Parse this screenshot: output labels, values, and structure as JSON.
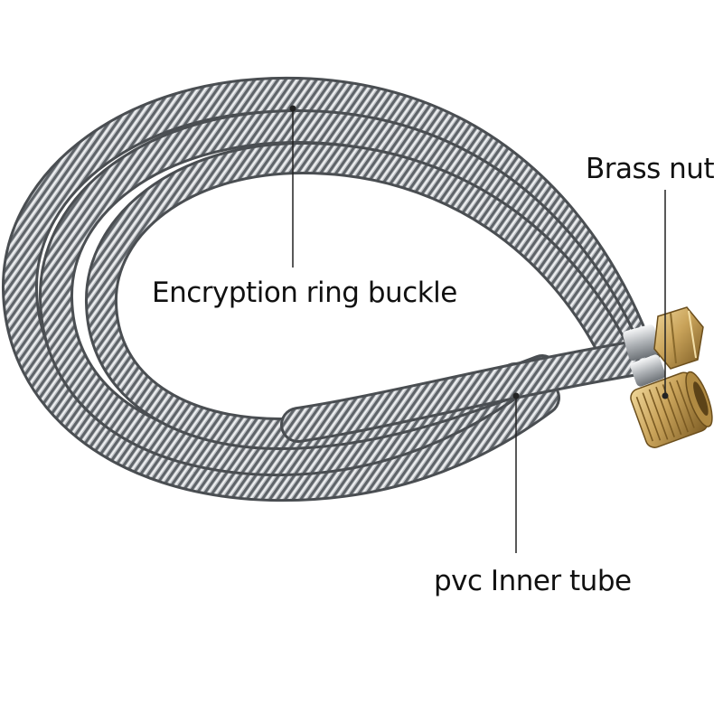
{
  "callouts": {
    "brass_nut": "Brass nut",
    "encryption_ring": "Encryption ring buckle",
    "pvc_tube": "pvc Inner tube"
  },
  "colors": {
    "background": "#ffffff",
    "hose_metal": "#9fa3a8",
    "brass": "#c9a35a",
    "label_text": "#111111",
    "leader_line": "#222222"
  }
}
